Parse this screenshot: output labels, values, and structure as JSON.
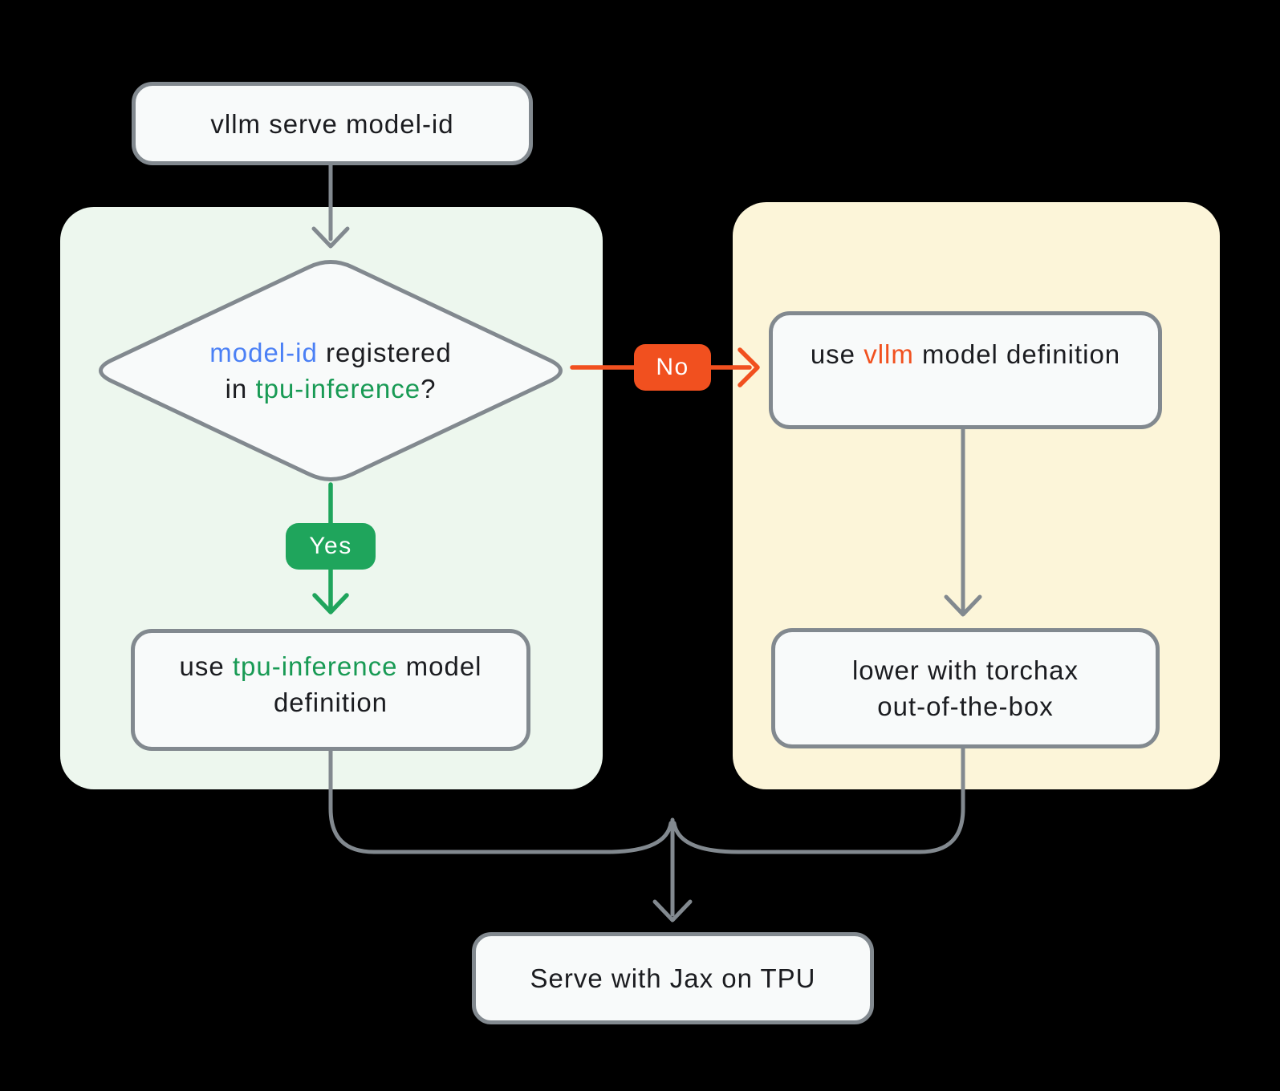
{
  "diagram": {
    "title_hint": "vLLM TPU serving decision flowchart",
    "colors": {
      "background": "#000000",
      "panel_green": "#edf7ee",
      "panel_yellow": "#fcf5d9",
      "node_fill": "#f8fafa",
      "node_border_gray": "#82898f",
      "connector_gray": "#82898f",
      "accent_green": "#1fa55c",
      "accent_orange": "#f1501f",
      "accent_blue": "#4b80f5",
      "text_dark": "#1b1c20",
      "text_green": "#189a54"
    },
    "nodes": {
      "start": {
        "text": "vllm serve model-id"
      },
      "decision": {
        "line1_seg1": "model-id",
        "line1_seg2": " registered",
        "line2_seg1": "in ",
        "line2_seg2": "tpu-inference",
        "line2_seg3": "?"
      },
      "tpu_box": {
        "seg1": "use ",
        "seg2": "tpu-inference",
        "seg3": " model",
        "line2": "definition"
      },
      "vllm_box": {
        "seg1": "use ",
        "seg2": "vllm",
        "seg3": " model definition"
      },
      "torchax_box": {
        "line1": "lower with torchax",
        "line2": "out-of-the-box"
      },
      "serve_box": {
        "text": "Serve with Jax on TPU"
      }
    },
    "edge_labels": {
      "yes": "Yes",
      "no": "No"
    }
  }
}
